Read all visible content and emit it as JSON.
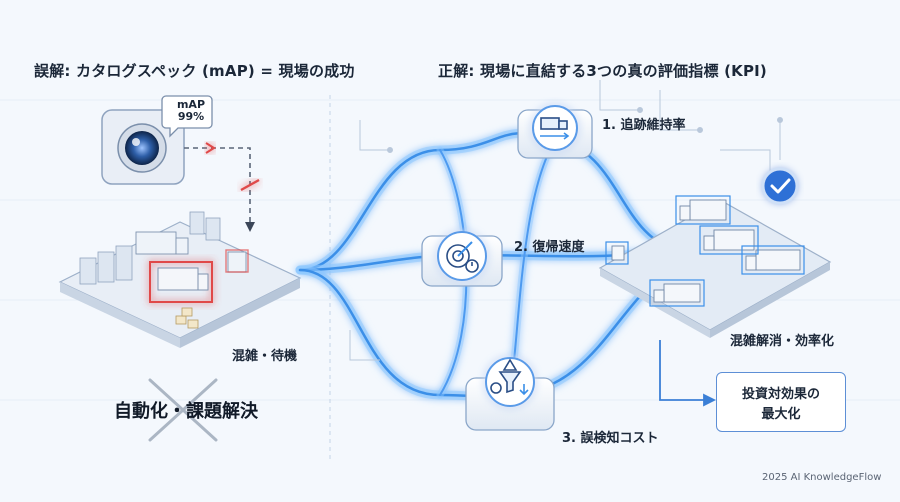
{
  "left_title": "誤解: カタログスペック (mAP) = 現場の成功",
  "right_title": "正解: 現場に直結する3つの真の評価指標 (KPI)",
  "camera_bubble": {
    "line1": "mAP",
    "line2": "99%"
  },
  "left_caption": "混雑・待機",
  "crossed_text": "自動化・課題解決",
  "kpis": [
    {
      "label": "1. 追跡維持率",
      "icon": "truck-route-icon"
    },
    {
      "label": "2. 復帰速度",
      "icon": "target-timer-icon"
    },
    {
      "label": "3. 誤検知コスト",
      "icon": "cost-funnel-icon"
    }
  ],
  "right_caption": "混雑解消・効率化",
  "result_box": {
    "line1": "投資対効果の",
    "line2": "最大化"
  },
  "footer": "2025 AI KnowledgeFlow",
  "colors": {
    "accent": "#4a90e2",
    "glow": "#9fd0ff",
    "alert": "#e04848",
    "check": "#2f6fd6"
  }
}
